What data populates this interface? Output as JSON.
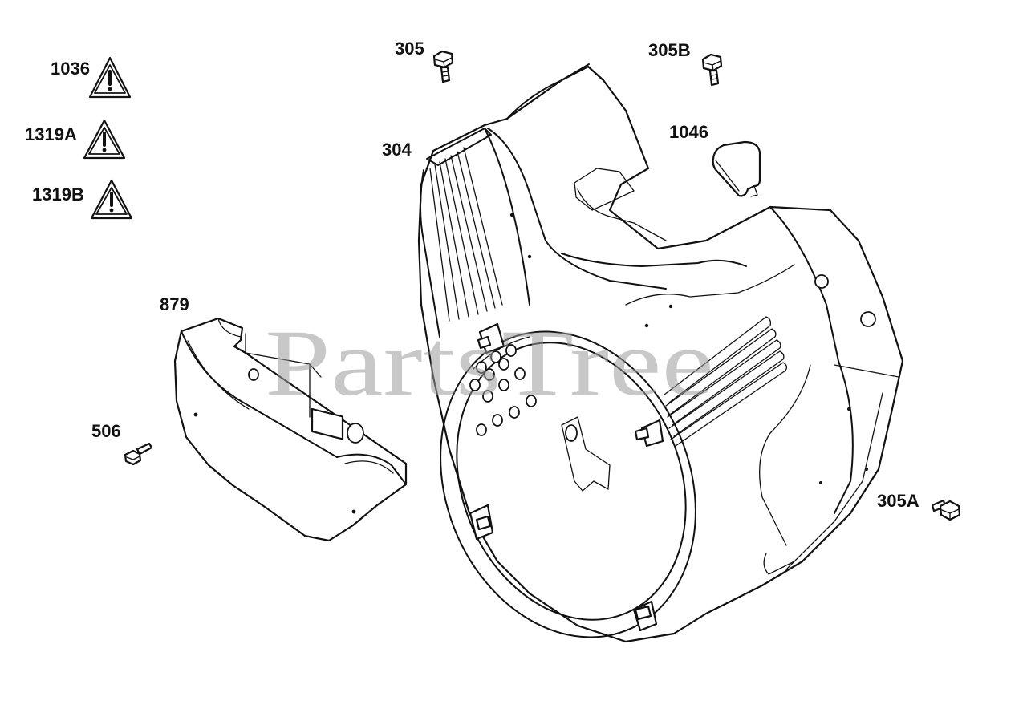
{
  "watermark": "PartsTree",
  "warning_labels": [
    {
      "label": "1036",
      "icon": "warning-triangle-icon"
    },
    {
      "label": "1319A",
      "icon": "warning-triangle-icon"
    },
    {
      "label": "1319B",
      "icon": "warning-triangle-icon"
    }
  ],
  "parts": {
    "blower_housing": {
      "label": "304"
    },
    "bolt_top_left": {
      "label": "305"
    },
    "bolt_top_right": {
      "label": "305B"
    },
    "bolt_right": {
      "label": "305A"
    },
    "pad": {
      "label": "1046"
    },
    "cover_plate": {
      "label": "879"
    },
    "screw": {
      "label": "506"
    }
  }
}
